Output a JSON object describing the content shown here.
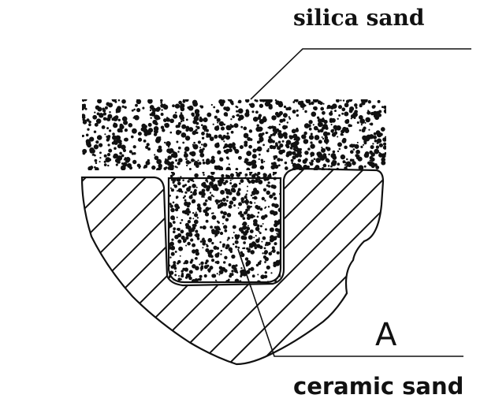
{
  "labels": {
    "top": "silica sand",
    "bottom": "ceramic sand",
    "marker": "A"
  },
  "colors": {
    "ink": "#111111",
    "background": "#ffffff"
  }
}
